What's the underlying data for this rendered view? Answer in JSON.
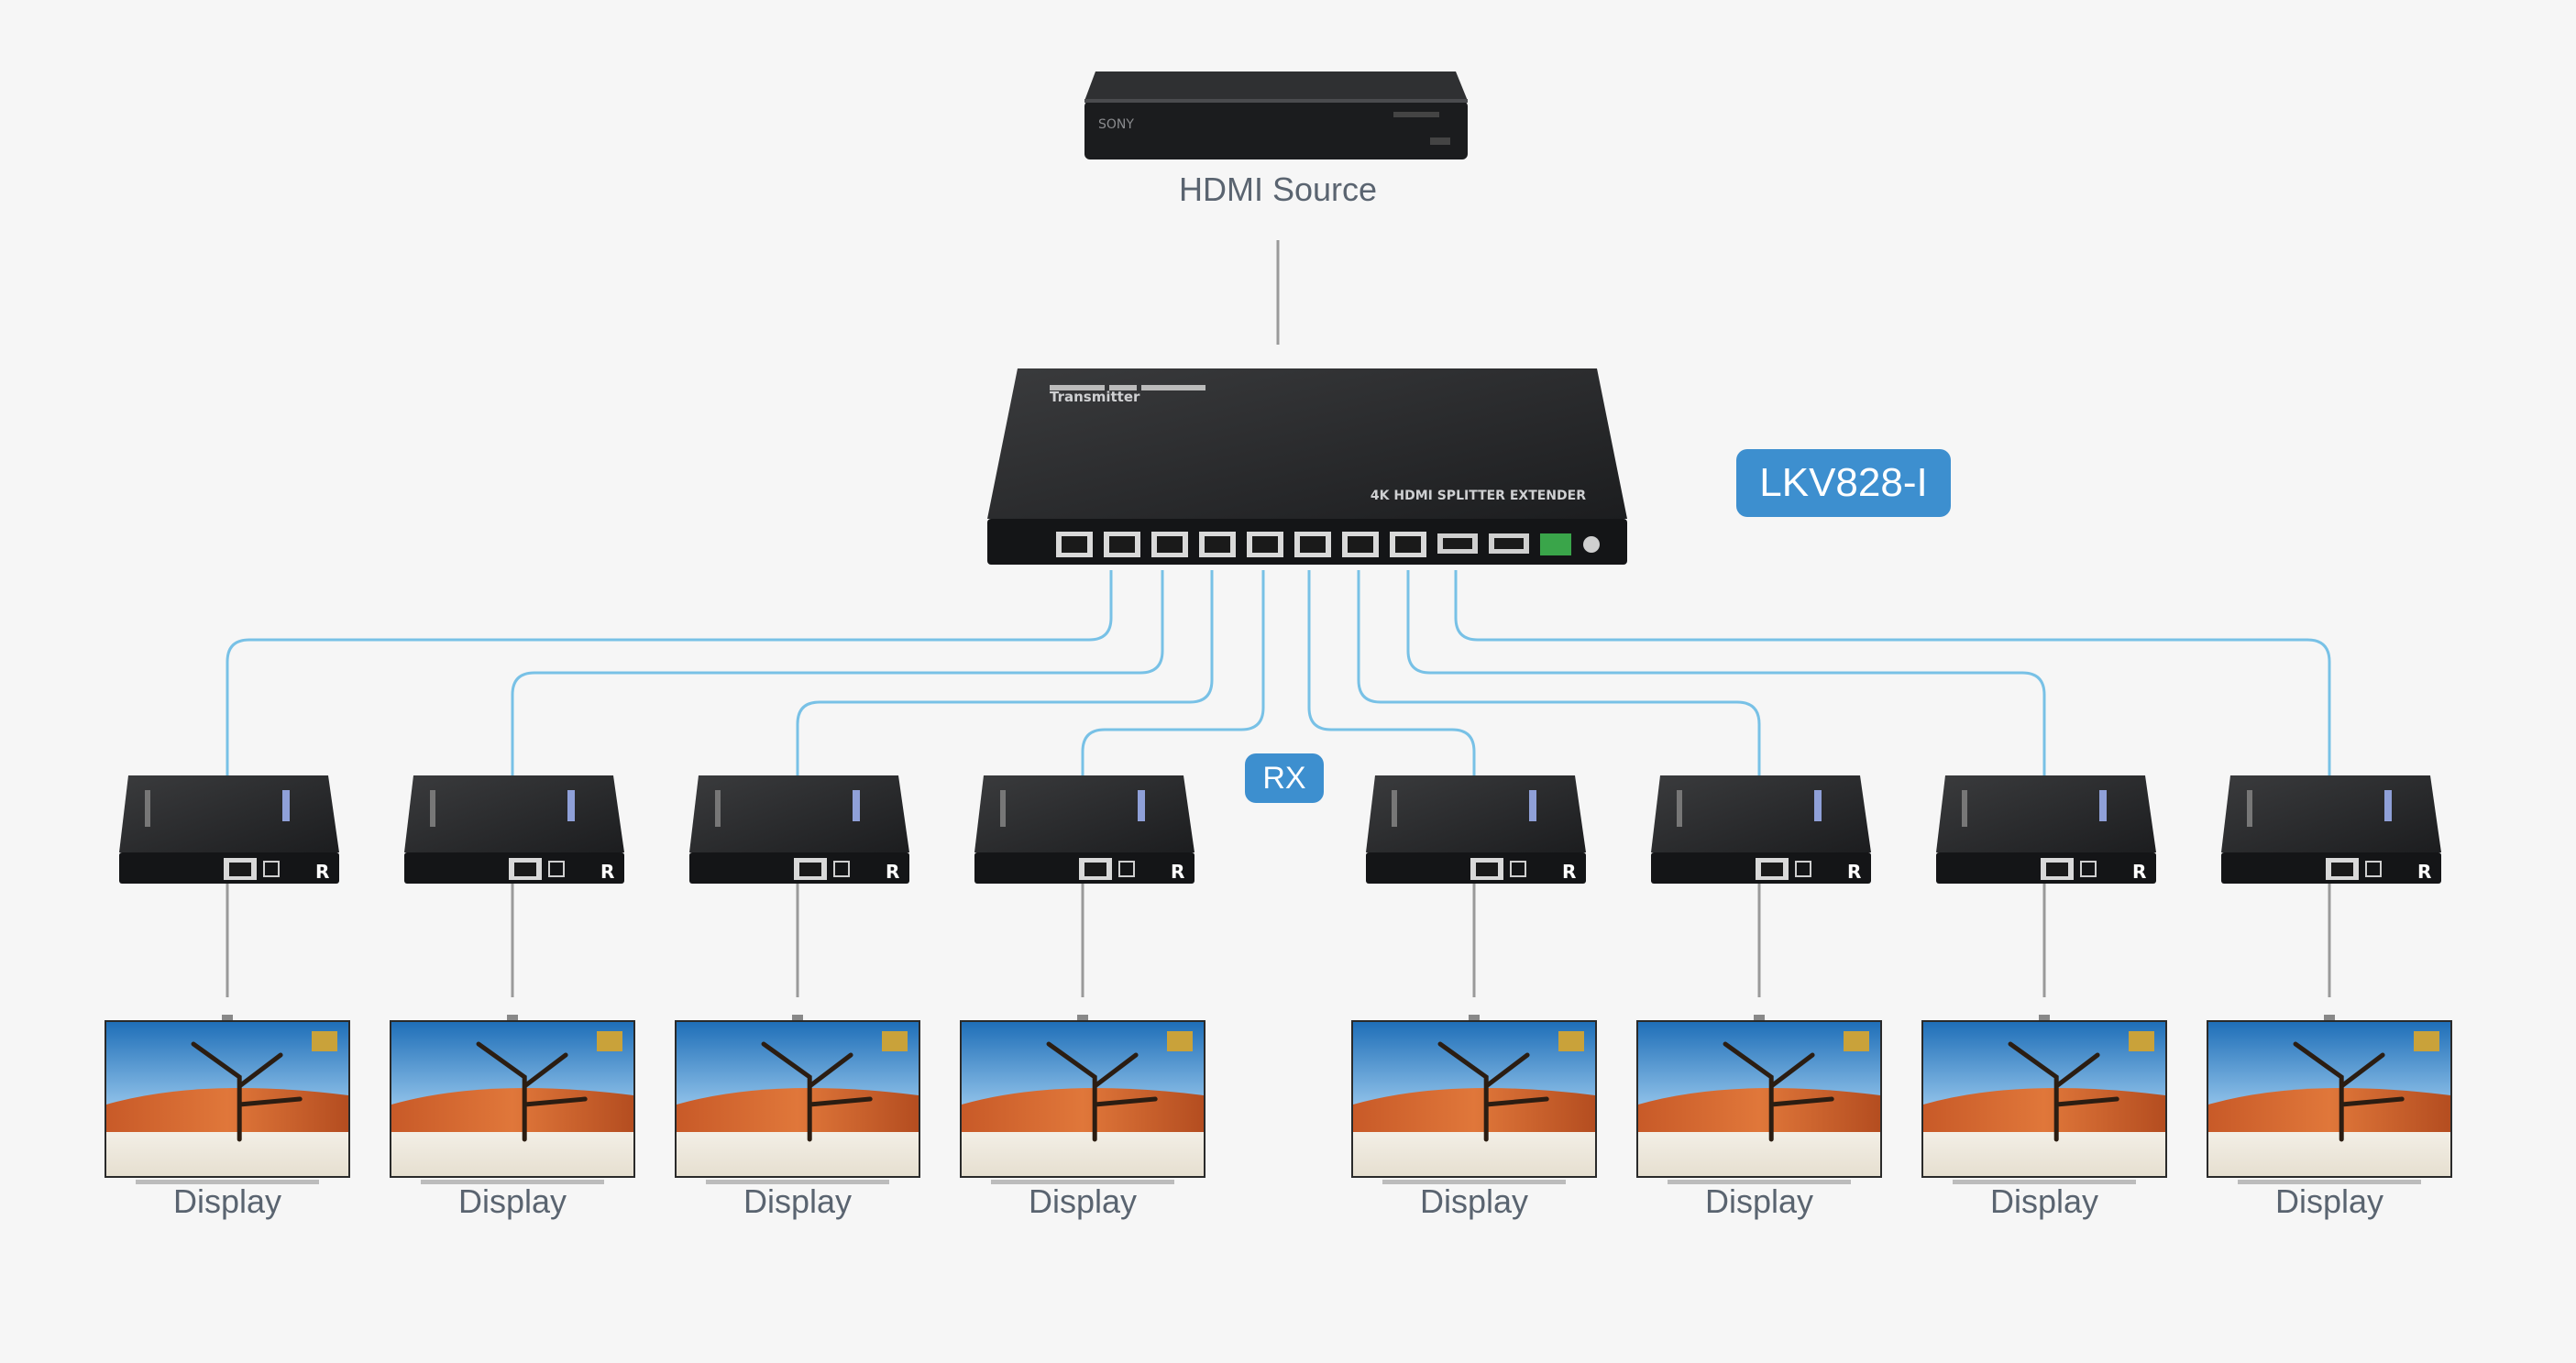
{
  "source": {
    "label": "HDMI Source",
    "brand": "SONY"
  },
  "transmitter": {
    "model_badge": "LKV828-I",
    "top_label": "4K HDMI SPLITTER EXTENDER",
    "side_label": "Transmitter"
  },
  "receiver_badge": "RX",
  "receiver_mark": "R",
  "receivers_count": 8,
  "display_label": "Display",
  "colors": {
    "cable": "#78c1e6",
    "badge": "#3d8fcf",
    "label": "#5a6470"
  }
}
